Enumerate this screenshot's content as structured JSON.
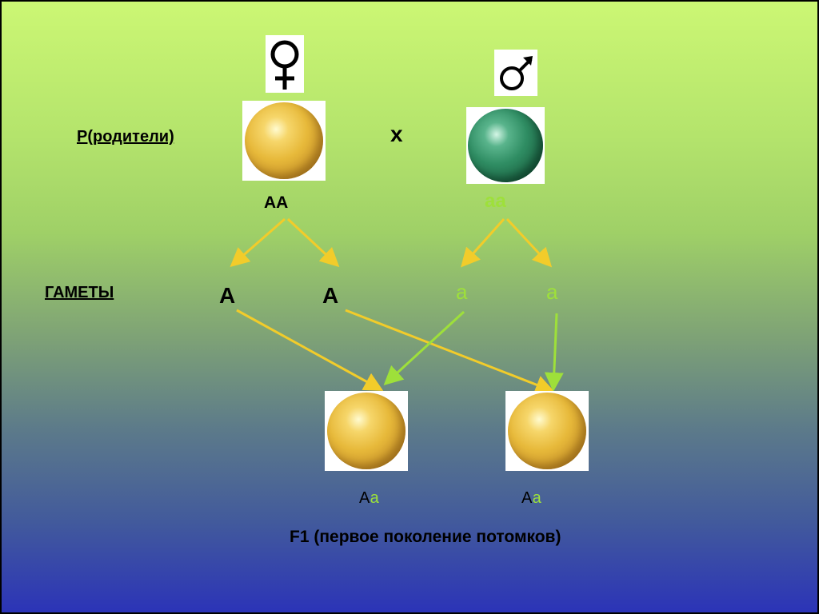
{
  "labels": {
    "parents": "Р(родители)",
    "gametes": "ГАМЕТЫ",
    "cross": "х",
    "f1": "F1 (первое поколение потомков)"
  },
  "symbols": {
    "female": "♀",
    "male": "♂"
  },
  "parents": {
    "female_genotype": "АА",
    "male_genotype": "аа"
  },
  "gametes": {
    "female": [
      "А",
      "А"
    ],
    "male": [
      "а",
      "а"
    ]
  },
  "offspring": [
    {
      "upper": "А",
      "lower": "а"
    },
    {
      "upper": "А",
      "lower": "а"
    }
  ],
  "colors": {
    "yellow_arrow": "#f2cc2a",
    "green_arrow": "#9ee03a",
    "green_text": "#9ee03a",
    "black_text": "#000000"
  }
}
